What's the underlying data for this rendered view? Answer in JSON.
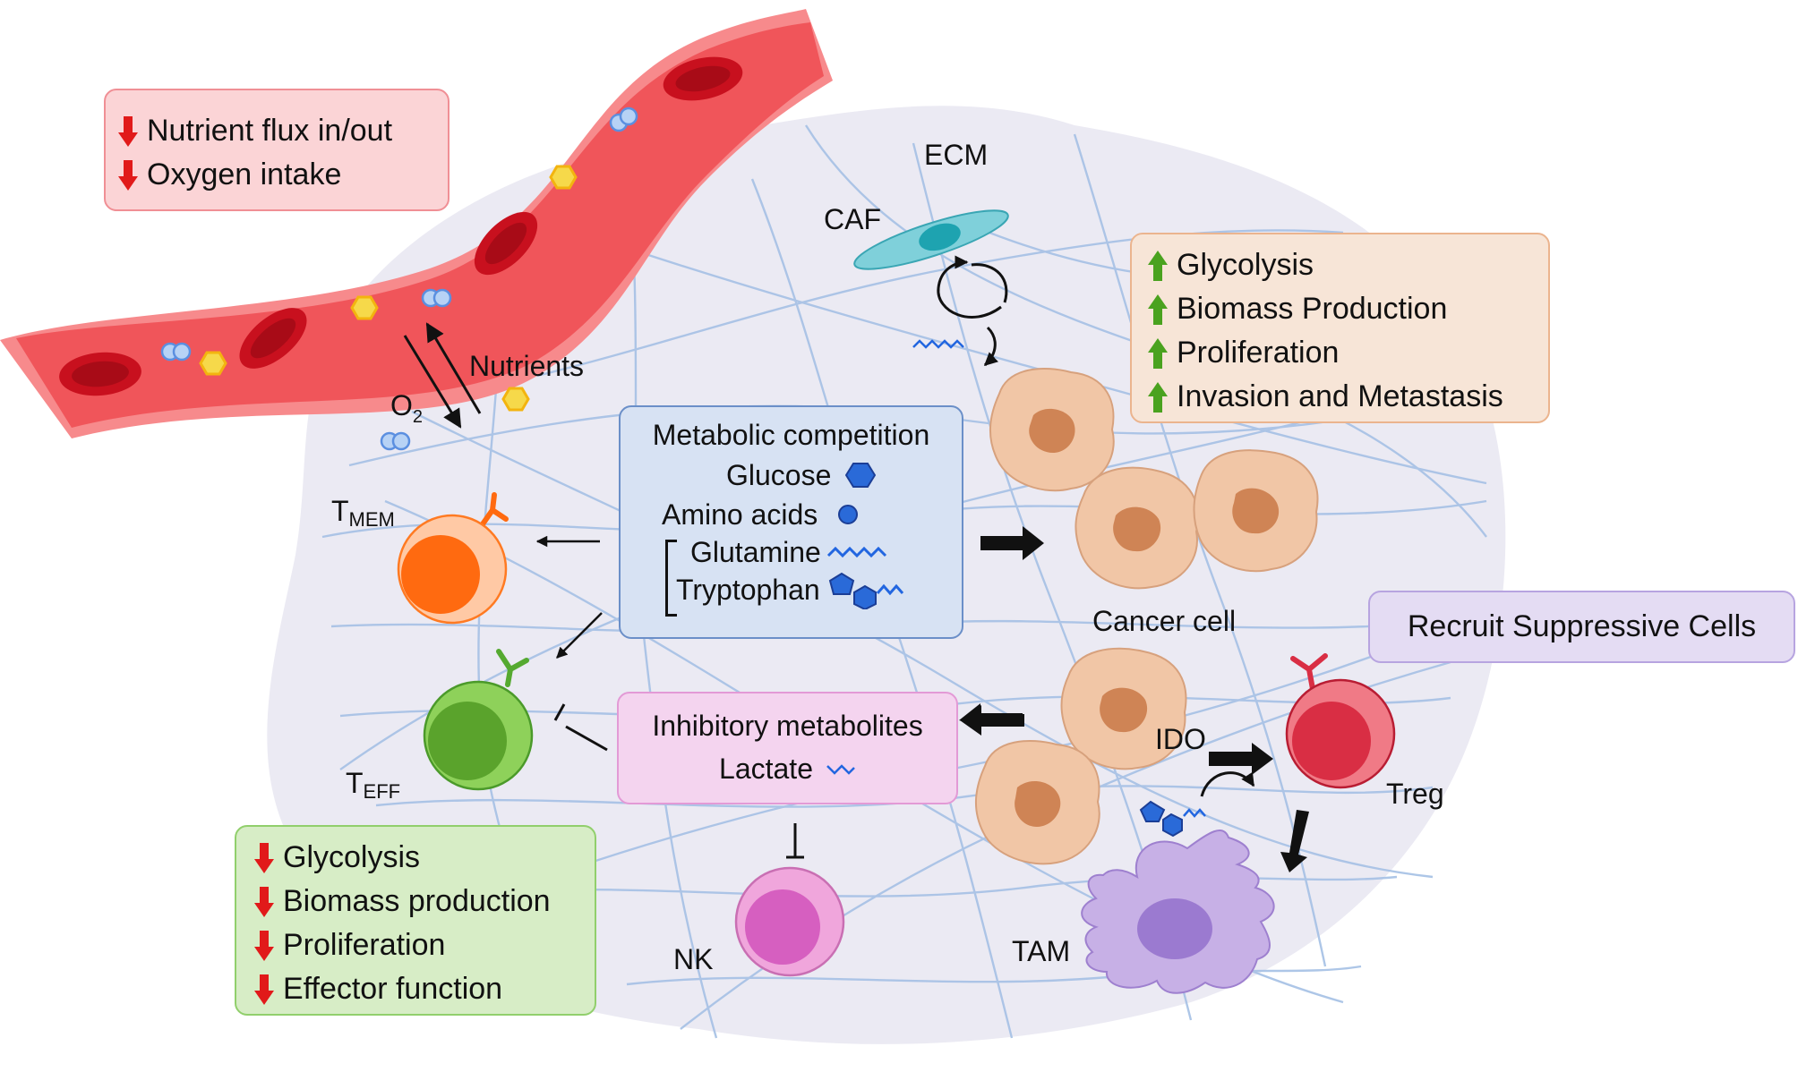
{
  "colors": {
    "vessel": "#f0555a",
    "vessel_edge": "#f78a8c",
    "rbc": "#c8101e",
    "tissue": "#ebeaf3",
    "fiber": "#a9c3e6",
    "down_arrow": "#e11a1a",
    "up_arrow": "#4aa21f",
    "cancer_cell": "#f1c6a6",
    "tmem": "#ff6a10",
    "teff": "#55a930",
    "nk": "#d65fc0",
    "treg": "#d92e44",
    "tam": "#c7b0e6",
    "caf": "#7fd0da"
  },
  "icons": [
    "down-arrow-icon",
    "up-arrow-icon",
    "glucose-hexagon-icon",
    "amino-acid-dot-icon",
    "glutamine-wave-icon",
    "tryptophan-icon",
    "lactate-wave-icon",
    "receptor-icon",
    "oxygen-molecule-icon",
    "nutrient-hexagon-icon"
  ],
  "blood": {
    "items": [
      "Nutrient flux in/out",
      "Oxygen intake"
    ]
  },
  "tumor_effects": {
    "items": [
      "Glycolysis",
      "Biomass Production",
      "Proliferation",
      "Invasion and Metastasis"
    ]
  },
  "teff_effects": {
    "items": [
      "Glycolysis",
      "Biomass production",
      "Proliferation",
      "Effector function"
    ]
  },
  "competition": {
    "title": "Metabolic competition",
    "glucose": "Glucose",
    "amino_acids": "Amino acids",
    "glutamine": "Glutamine",
    "tryptophan": "Tryptophan"
  },
  "inhibitory": {
    "title": "Inhibitory metabolites",
    "lactate": "Lactate"
  },
  "recruit": "Recruit Suppressive Cells",
  "labels": {
    "ecm": "ECM",
    "caf": "CAF",
    "nutrients": "Nutrients",
    "o2": "O",
    "o2_sub": "2",
    "tmem": "T",
    "tmem_sub": "MEM",
    "teff": "T",
    "teff_sub": "EFF",
    "nk": "NK",
    "cancer_cell": "Cancer cell",
    "ido": "IDO",
    "treg": "Treg",
    "tam": "TAM"
  }
}
